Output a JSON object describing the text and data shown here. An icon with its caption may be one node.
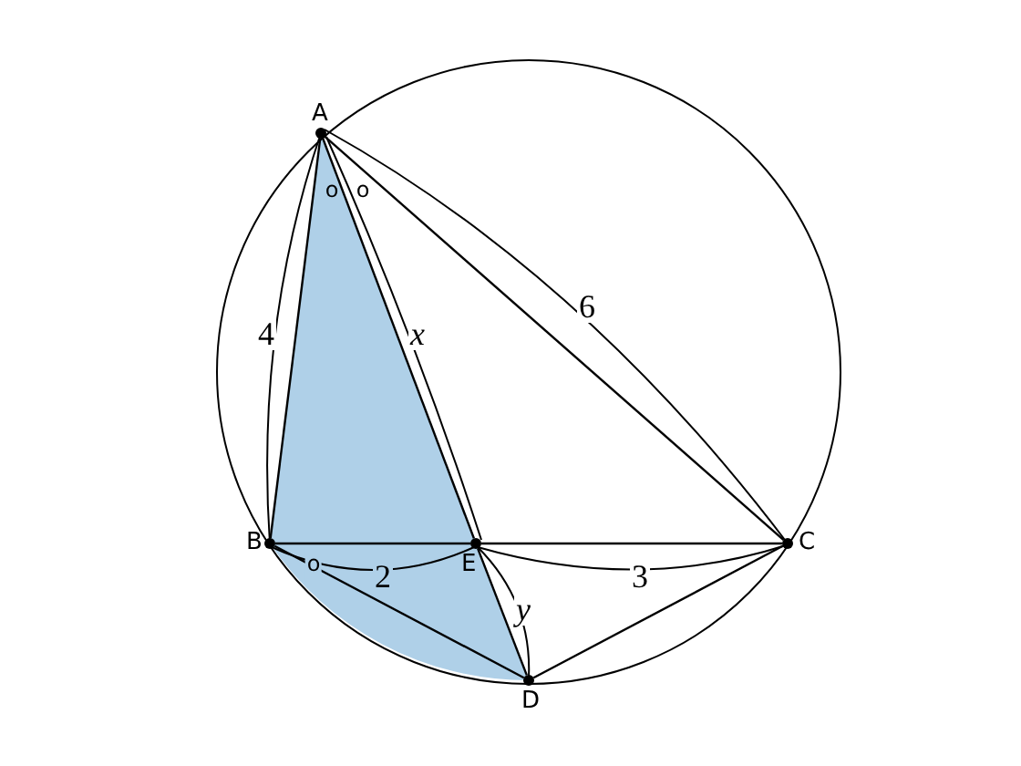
{
  "diagram": {
    "nodes": [
      {
        "text": [
          "A"
        ]
      },
      {
        "text": [
          "B"
        ]
      },
      {
        "text": [
          "E"
        ]
      },
      {
        "text": [
          "C"
        ]
      },
      {
        "text": [
          "D"
        ]
      }
    ],
    "edges": [
      {
        "from": 0,
        "to": 1,
        "arrow": "none"
      },
      {
        "from": 0,
        "to": 2,
        "arrow": "none"
      },
      {
        "from": 0,
        "to": 3,
        "arrow": "none"
      },
      {
        "from": 1,
        "to": 2,
        "arrow": "none"
      },
      {
        "from": 2,
        "to": 3,
        "arrow": "none"
      },
      {
        "from": 1,
        "to": 4,
        "arrow": "none"
      },
      {
        "from": 2,
        "to": 4,
        "arrow": "none"
      },
      {
        "from": 4,
        "to": 3,
        "arrow": "none"
      }
    ],
    "labels": [
      "o",
      "o",
      "4",
      "x",
      "6",
      "o",
      "2",
      "3",
      "y"
    ]
  }
}
